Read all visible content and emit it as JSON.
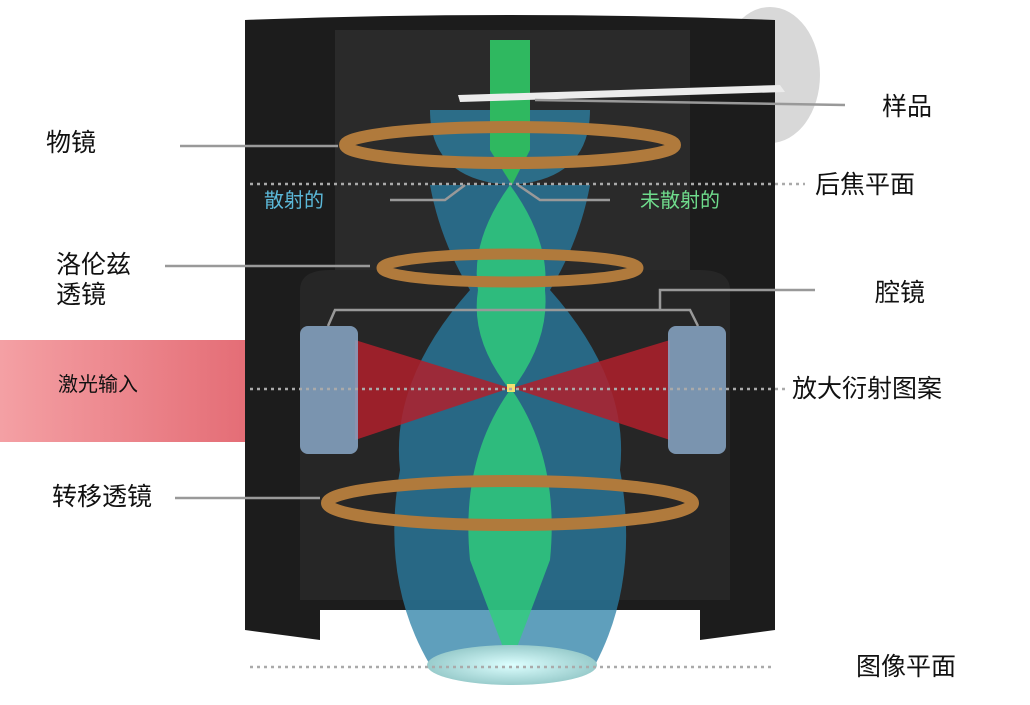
{
  "labels": {
    "objective_lens": "物镜",
    "sample": "样品",
    "back_focal_plane": "后焦平面",
    "scattered": "散射的",
    "unscattered": "未散射的",
    "lorentz_lens_line1": "洛伦兹",
    "lorentz_lens_line2": "透镜",
    "cavity_mirror": "腔镜",
    "laser_input": "激光输入",
    "magnified_diffraction_pattern": "放大衍射图案",
    "transfer_lens": "转移透镜",
    "image_plane": "图像平面"
  },
  "colors": {
    "scattered": "#5bb8d8",
    "unscattered": "#6fdc8c",
    "lens": "#b07a3c",
    "laser": "#e03040"
  }
}
